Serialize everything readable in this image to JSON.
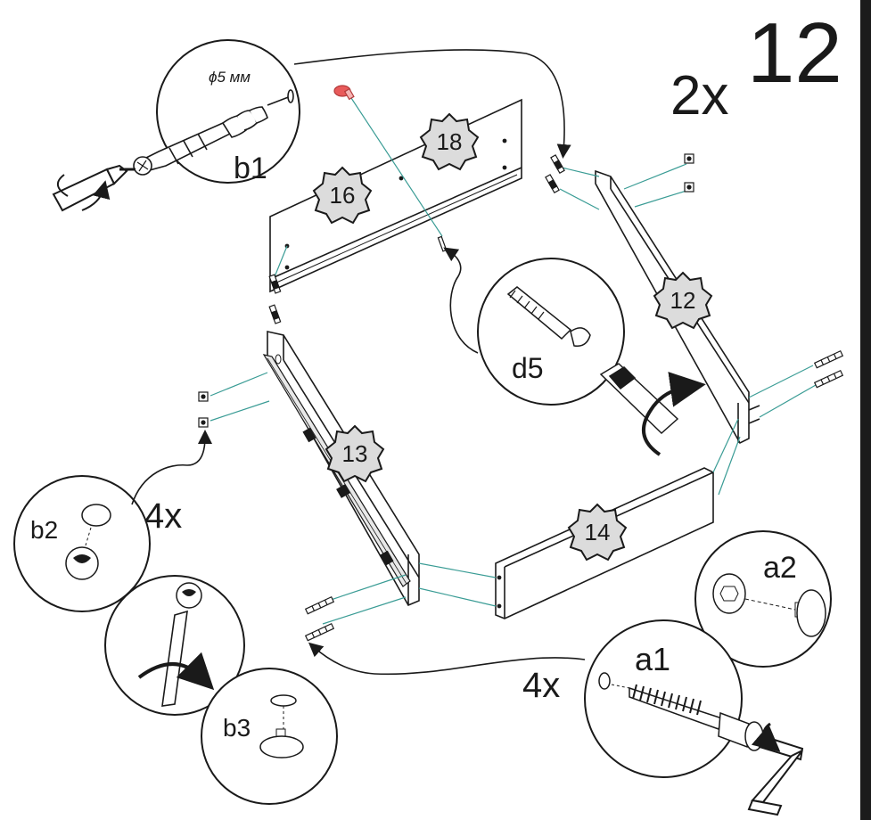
{
  "page": {
    "quantity": "2x",
    "step_number": "12"
  },
  "panels": {
    "p16": "16",
    "p18": "18",
    "p12": "12",
    "p13": "13",
    "p14": "14"
  },
  "callouts": {
    "b1": {
      "label": "b1",
      "note": "ϕ5 мм"
    },
    "d5": {
      "label": "d5"
    },
    "b2": {
      "label": "b2"
    },
    "b3": {
      "label": "b3"
    },
    "a1": {
      "label": "a1"
    },
    "a2": {
      "label": "a2"
    }
  },
  "counts": {
    "b2_count": "4x",
    "a1_count": "4x"
  },
  "colors": {
    "line": "#1a1a1a",
    "guide": "#3a9c95",
    "badge_fill": "#dcdcdc",
    "cap_red": "#e85a5a"
  }
}
